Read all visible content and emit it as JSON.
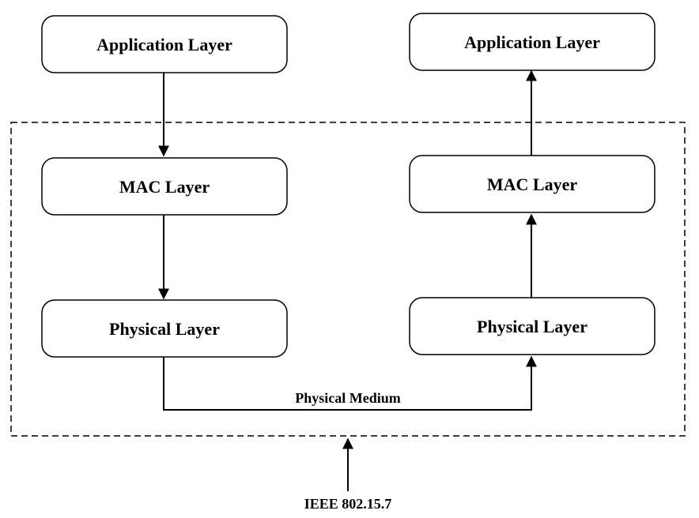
{
  "nodes": {
    "app_left": "Application Layer",
    "mac_left": "MAC Layer",
    "phy_left": "Physical Layer",
    "app_right": "Application Layer",
    "mac_right": "MAC Layer",
    "phy_right": "Physical Layer"
  },
  "labels": {
    "medium": "Physical Medium",
    "standard": "IEEE 802.15.7"
  }
}
